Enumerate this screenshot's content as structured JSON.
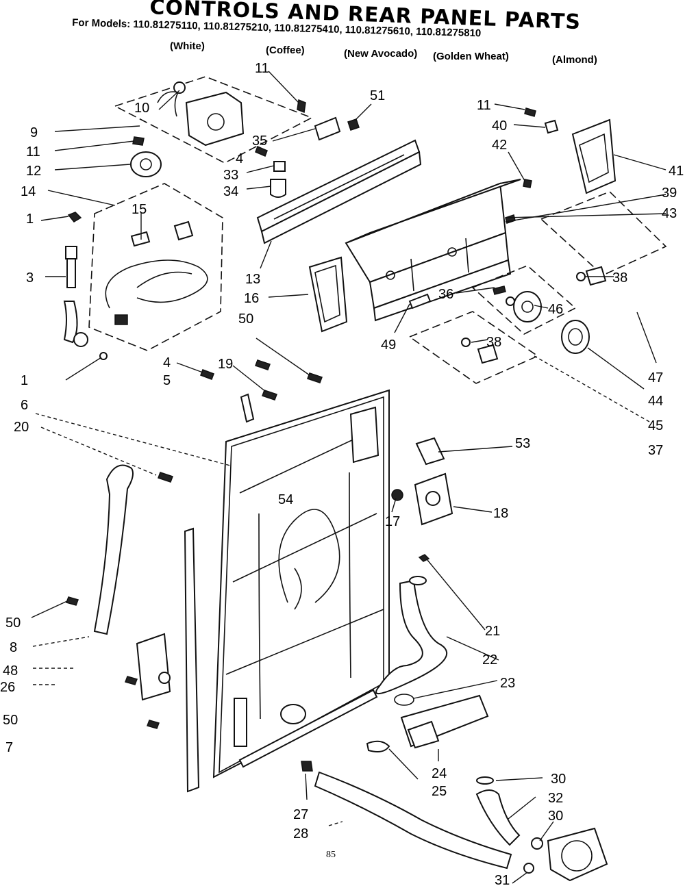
{
  "title": "CONTROLS AND REAR PANEL PARTS",
  "models_line": "For Models: 110.81275110, 110.81275210, 110.81275410, 110.81275610, 110.81275810",
  "colors": [
    "(White)",
    "(Coffee)",
    "(New Avocado)",
    "(Golden Wheat)",
    "(Almond)"
  ],
  "page_number": "85",
  "callouts": {
    "c11a": "11",
    "c51": "51",
    "c10": "10",
    "c9": "9",
    "c11b": "11",
    "c35": "35",
    "c4a": "4",
    "c12": "12",
    "c33": "33",
    "c34": "34",
    "c14": "14",
    "c15": "15",
    "c1a": "1",
    "c3": "3",
    "c13": "13",
    "c16": "16",
    "c50a": "50",
    "c11c": "11",
    "c40": "40",
    "c42": "42",
    "c41": "41",
    "c39": "39",
    "c43": "43",
    "c38a": "38",
    "c36": "36",
    "c46": "46",
    "c49": "49",
    "c38b": "38",
    "c47": "47",
    "c44": "44",
    "c45": "45",
    "c37": "37",
    "c1b": "1",
    "c4b": "4",
    "c19": "19",
    "c5": "5",
    "c6": "6",
    "c20": "20",
    "c53": "53",
    "c54": "54",
    "c17": "17",
    "c18": "18",
    "c21": "21",
    "c22": "22",
    "c50b": "50",
    "c8": "8",
    "c48": "48",
    "c26": "26",
    "c50c": "50",
    "c7": "7",
    "c23": "23",
    "c24": "24",
    "c25": "25",
    "c27": "27",
    "c28": "28",
    "c30a": "30",
    "c32": "32",
    "c30b": "30",
    "c31": "31"
  }
}
